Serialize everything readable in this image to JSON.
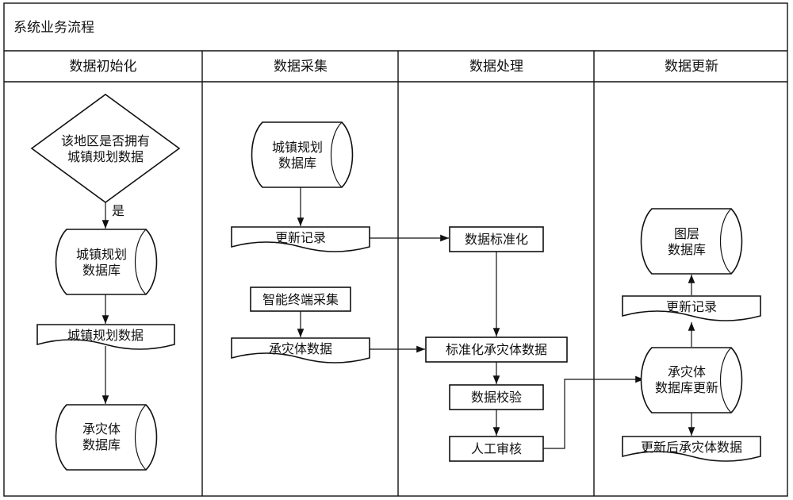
{
  "title": "系统业务流程",
  "lanes": [
    "数据初始化",
    "数据采集",
    "数据处理",
    "数据更新"
  ],
  "lane1": {
    "decision": [
      "该地区是否拥有",
      "城镇规划数据"
    ],
    "yes_label": "是",
    "db_planning": [
      "城镇规划",
      "数据库"
    ],
    "doc_planning_data": "城镇规划数据",
    "db_disaster": [
      "承灾体",
      "数据库"
    ]
  },
  "lane2": {
    "db_planning": [
      "城镇规划",
      "数据库"
    ],
    "doc_update_record": "更新记录",
    "proc_terminal": "智能终端采集",
    "doc_disaster_data": "承灾体数据"
  },
  "lane3": {
    "proc_standardize": "数据标准化",
    "proc_std_disaster": "标准化承灾体数据",
    "proc_verify": "数据校验",
    "proc_manual_review": "人工审核"
  },
  "lane4": {
    "db_layer": [
      "图层",
      "数据库"
    ],
    "doc_update_record": "更新记录",
    "db_disaster_update": [
      "承灾体",
      "数据库更新"
    ],
    "doc_updated_data": "更新后承灾体数据"
  }
}
